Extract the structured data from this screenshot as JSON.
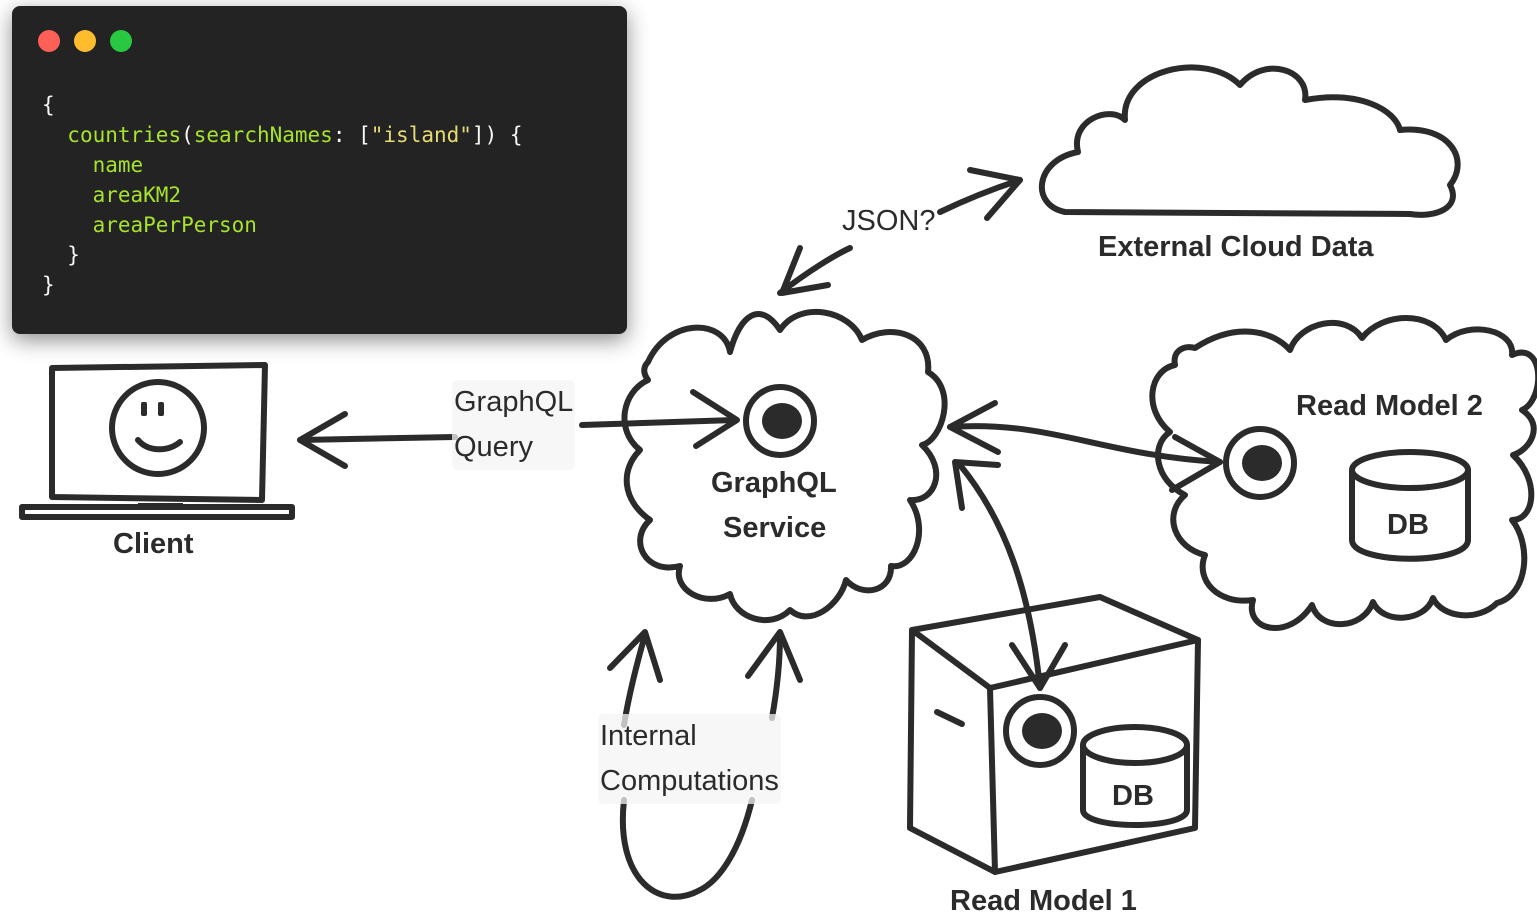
{
  "colors": {
    "window_bg": "#232323",
    "dot_red": "#fe5f57",
    "dot_yellow": "#febc2e",
    "dot_green": "#28c840",
    "code_plain": "#f8f8f2",
    "code_field": "#a6e22e",
    "code_string": "#e6db74",
    "stroke": "#2b2b2b"
  },
  "code_window": {
    "lines": [
      [
        {
          "t": "{",
          "c": "plain"
        }
      ],
      [
        {
          "t": "  ",
          "c": "plain"
        },
        {
          "t": "countries",
          "c": "field"
        },
        {
          "t": "(",
          "c": "plain"
        },
        {
          "t": "searchNames",
          "c": "field"
        },
        {
          "t": ": [",
          "c": "plain"
        },
        {
          "t": "\"island\"",
          "c": "string"
        },
        {
          "t": "]) {",
          "c": "plain"
        }
      ],
      [
        {
          "t": "    ",
          "c": "plain"
        },
        {
          "t": "name",
          "c": "field"
        }
      ],
      [
        {
          "t": "    ",
          "c": "plain"
        },
        {
          "t": "areaKM2",
          "c": "field"
        }
      ],
      [
        {
          "t": "    ",
          "c": "plain"
        },
        {
          "t": "areaPerPerson",
          "c": "field"
        }
      ],
      [
        {
          "t": "  }",
          "c": "plain"
        }
      ],
      [
        {
          "t": "}",
          "c": "plain"
        }
      ]
    ]
  },
  "nodes": {
    "client": {
      "label": "Client",
      "icon": "laptop-icon"
    },
    "graphql_service": {
      "line1": "GraphQL",
      "line2": "Service",
      "icon": "cloud-icon"
    },
    "external_cloud": {
      "label": "External Cloud Data",
      "icon": "cloud-icon"
    },
    "read_model_2": {
      "label": "Read Model 2",
      "db_label": "DB",
      "icon": "cloud-icon"
    },
    "read_model_1": {
      "label": "Read Model 1",
      "db_label": "DB",
      "icon": "server-box-icon"
    }
  },
  "edges": {
    "query": {
      "line1": "GraphQL",
      "line2": "Query"
    },
    "json": {
      "label": "JSON?"
    },
    "internal": {
      "line1": "Internal",
      "line2": "Computations"
    }
  }
}
